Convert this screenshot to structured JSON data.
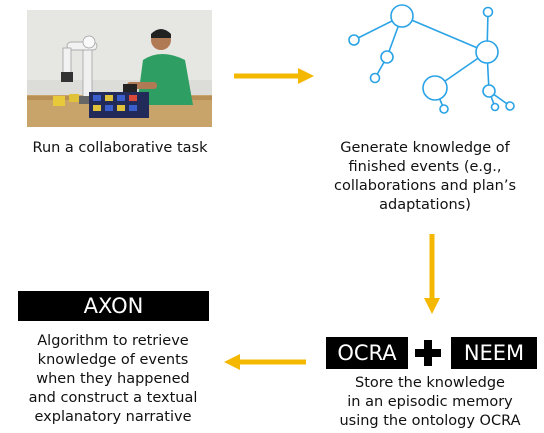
{
  "steps": {
    "task": {
      "caption": "Run a collaborative task"
    },
    "generate": {
      "caption_lines": [
        "Generate knowledge of",
        "finished events (e.g.,",
        "collaborations and plan’s",
        "adaptations)"
      ]
    },
    "store": {
      "ocra_label": "OCRA",
      "neem_label": "NEEM",
      "caption_lines": [
        "Store the knowledge",
        "in an episodic memory",
        "using the ontology OCRA"
      ]
    },
    "axon": {
      "title": "AXON",
      "caption_lines": [
        "Algorithm to retrieve",
        "knowledge of events",
        "when they happened",
        "and construct a textual",
        "explanatory narrative"
      ]
    }
  },
  "colors": {
    "arrow": "#f5b800",
    "graph": "#2aa3e6",
    "box": "#000000"
  },
  "icons": [
    "photo-robot-human-collaboration",
    "knowledge-graph-icon",
    "plus-icon"
  ]
}
